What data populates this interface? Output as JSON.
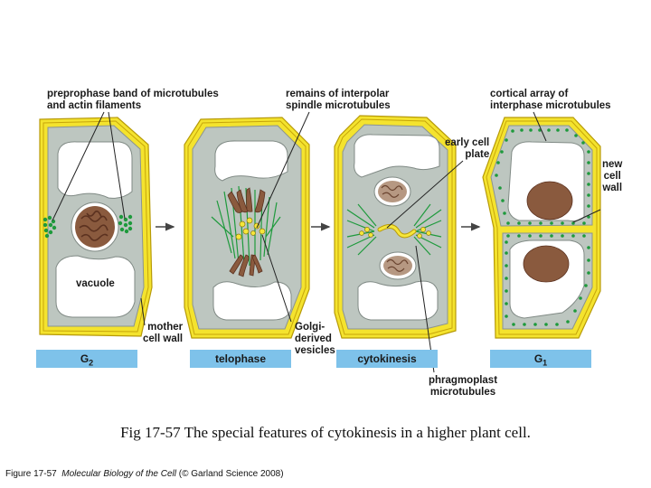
{
  "labels": {
    "preprophase_band": "preprophase band of microtubules\nand actin filaments",
    "interpolar_remains": "remains of interpolar\nspindle microtubules",
    "cortical_array": "cortical array of\ninterphase microtubules",
    "early_cell_plate": "early cell\nplate",
    "new_cell_wall": "new\ncell\nwall",
    "vacuole": "vacuole",
    "mother_cell_wall": "mother\ncell wall",
    "golgi_vesicles": "Golgi-\nderived\nvesicles",
    "phragmoplast": "phragmoplast\nmicrotubules"
  },
  "stages": [
    {
      "label": "G2"
    },
    {
      "label": "telophase"
    },
    {
      "label": "cytokinesis"
    },
    {
      "label": "G1"
    }
  ],
  "caption": "Fig 17-57 The special features of cytokinesis in a higher plant cell.",
  "credit": {
    "figure": "Figure 17-57",
    "book": "Molecular Biology of the Cell",
    "publisher": "(© Garland Science 2008)"
  },
  "colors": {
    "wall": "#f4e32e",
    "wall_line": "#b79a08",
    "cytoplasm": "#bdc6c0",
    "vacuole": "#ffffff",
    "nucleus": "#8a5a3e",
    "chromatin": "#5c3220",
    "microtubule": "#1e9a3c",
    "vesicle": "#f6e63a",
    "stage_bar": "#7ec2ea",
    "arrow": "#444444"
  }
}
